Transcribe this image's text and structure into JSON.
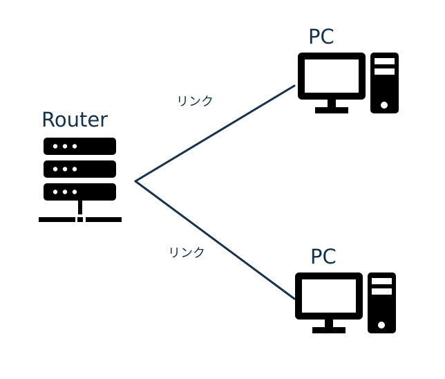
{
  "diagram": {
    "nodes": [
      {
        "id": "router",
        "label": "Router",
        "icon": "server-rack-icon"
      },
      {
        "id": "pc1",
        "label": "PC",
        "icon": "desktop-computer-icon"
      },
      {
        "id": "pc2",
        "label": "PC",
        "icon": "desktop-computer-icon"
      }
    ],
    "links": [
      {
        "from": "router",
        "to": "pc1",
        "label": "リンク"
      },
      {
        "from": "router",
        "to": "pc2",
        "label": "リンク"
      }
    ],
    "colors": {
      "line": "#17324a",
      "text": "#12324a",
      "icon": "#000000"
    }
  }
}
